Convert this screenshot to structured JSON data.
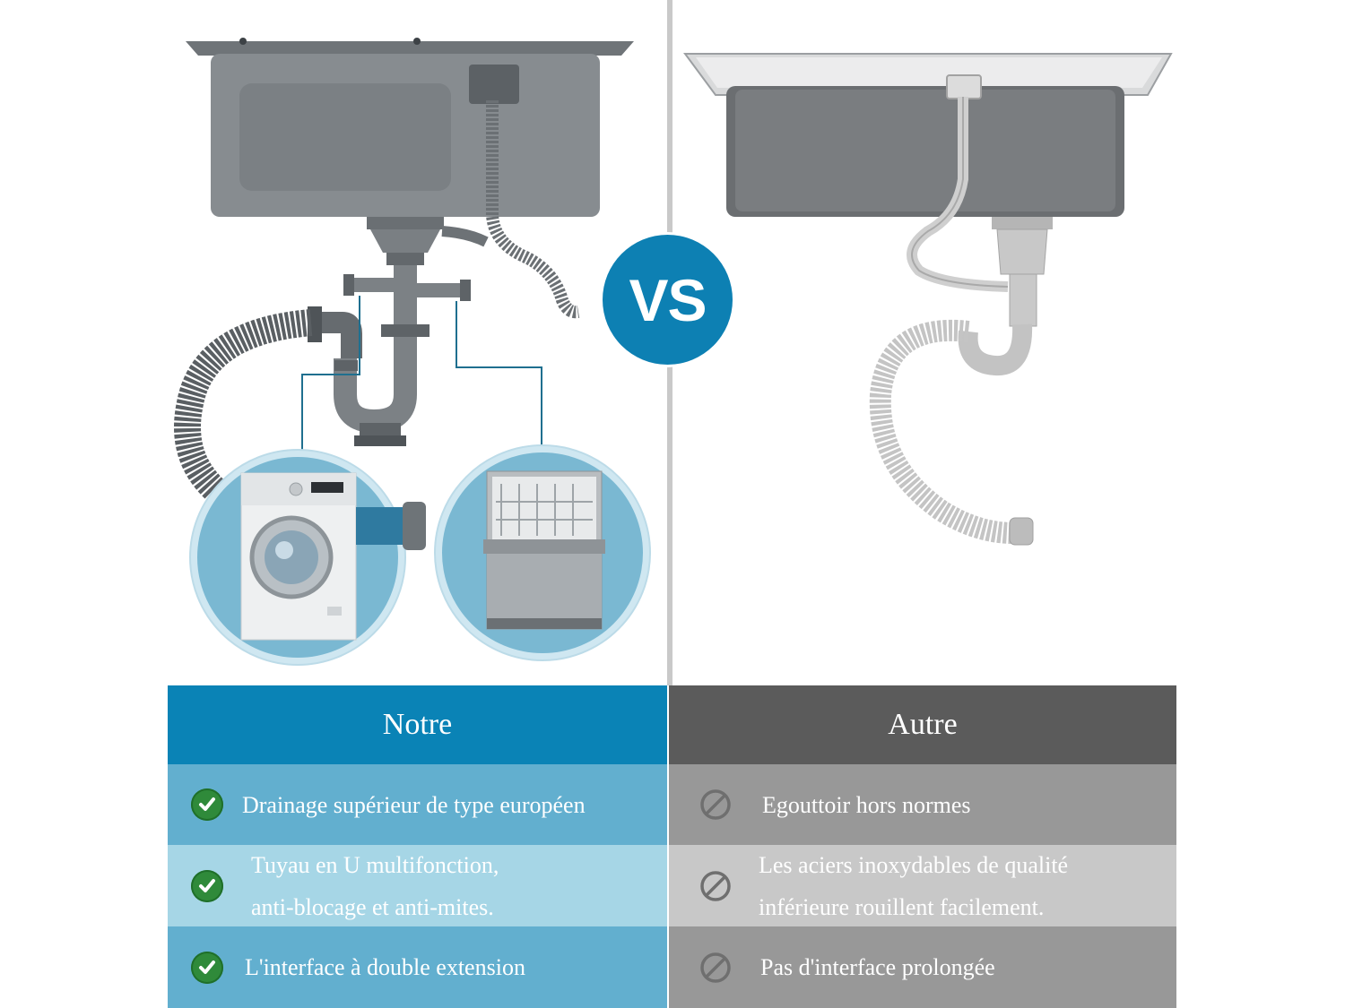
{
  "vs_label": "VS",
  "columns": {
    "ours": {
      "title": "Notre",
      "rows": [
        {
          "lines": [
            "Drainage supérieur de type européen"
          ]
        },
        {
          "lines": [
            "Tuyau en U multifonction,",
            "anti-blocage et anti-mites."
          ]
        },
        {
          "lines": [
            "L'interface à double extension"
          ]
        }
      ],
      "row_icon": "check-icon"
    },
    "other": {
      "title": "Autre",
      "rows": [
        {
          "lines": [
            "Egouttoir hors normes"
          ]
        },
        {
          "lines": [
            "Les aciers inoxydables de qualité",
            "inférieure rouillent facilement."
          ]
        },
        {
          "lines": [
            "Pas d'interface prolongée"
          ]
        }
      ],
      "row_icon": "prohibited-icon"
    }
  },
  "colors": {
    "accent_blue": "#0a83b6",
    "row_blue": "#62afcf",
    "row_light_blue": "#a6d6e6",
    "header_gray": "#5b5b5b",
    "row_gray": "#989898",
    "row_light_gray": "#c8c8c8",
    "check_green": "#2f8a3a"
  }
}
